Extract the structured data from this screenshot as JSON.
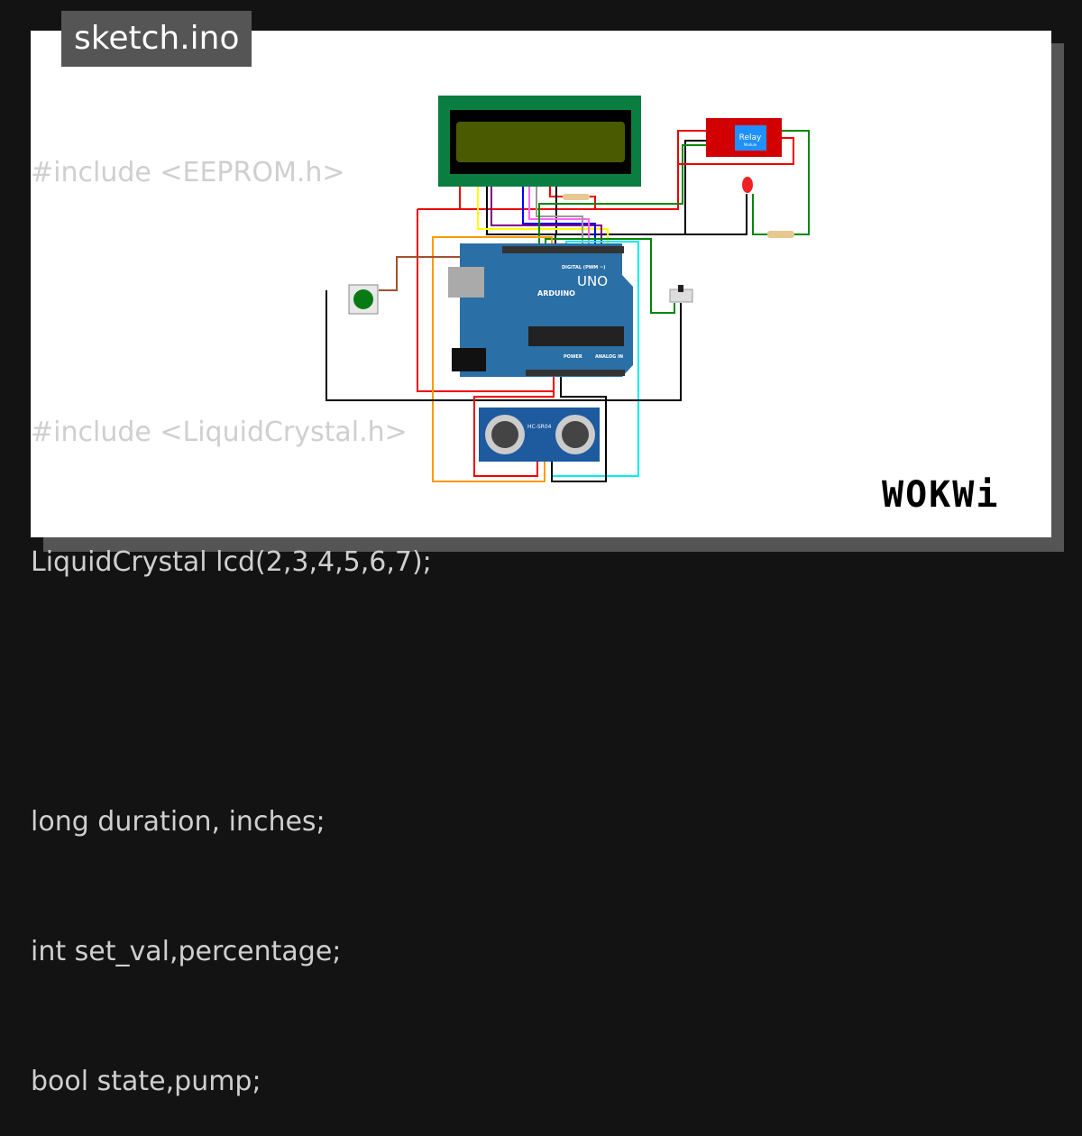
{
  "title": "sketch.ino",
  "code_lines": [
    "#include <EEPROM.h>",
    "",
    "#include <LiquidCrystal.h>",
    "LiquidCrystal lcd(2,3,4,5,6,7);",
    "",
    "long duration, inches;",
    "int set_val,percentage;",
    "bool state,pump;"
  ],
  "circuit": {
    "board_label": "UNO",
    "board_brand": "ARDUINO",
    "digital_label": "DIGITAL (PWM ~)",
    "power_label": "POWER",
    "analog_label": "ANALOG IN",
    "relay_label": "Relay",
    "relay_sub": "Module",
    "sensor_label": "HC-SR04"
  },
  "logo": "WOKWi"
}
